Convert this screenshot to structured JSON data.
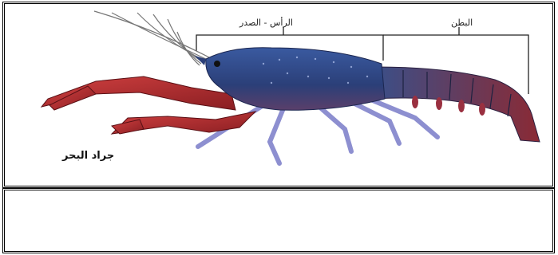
{
  "labels": {
    "head_thorax": "الرأس - الصدر",
    "abdomen": "البطن",
    "title": "جراد البحر"
  }
}
